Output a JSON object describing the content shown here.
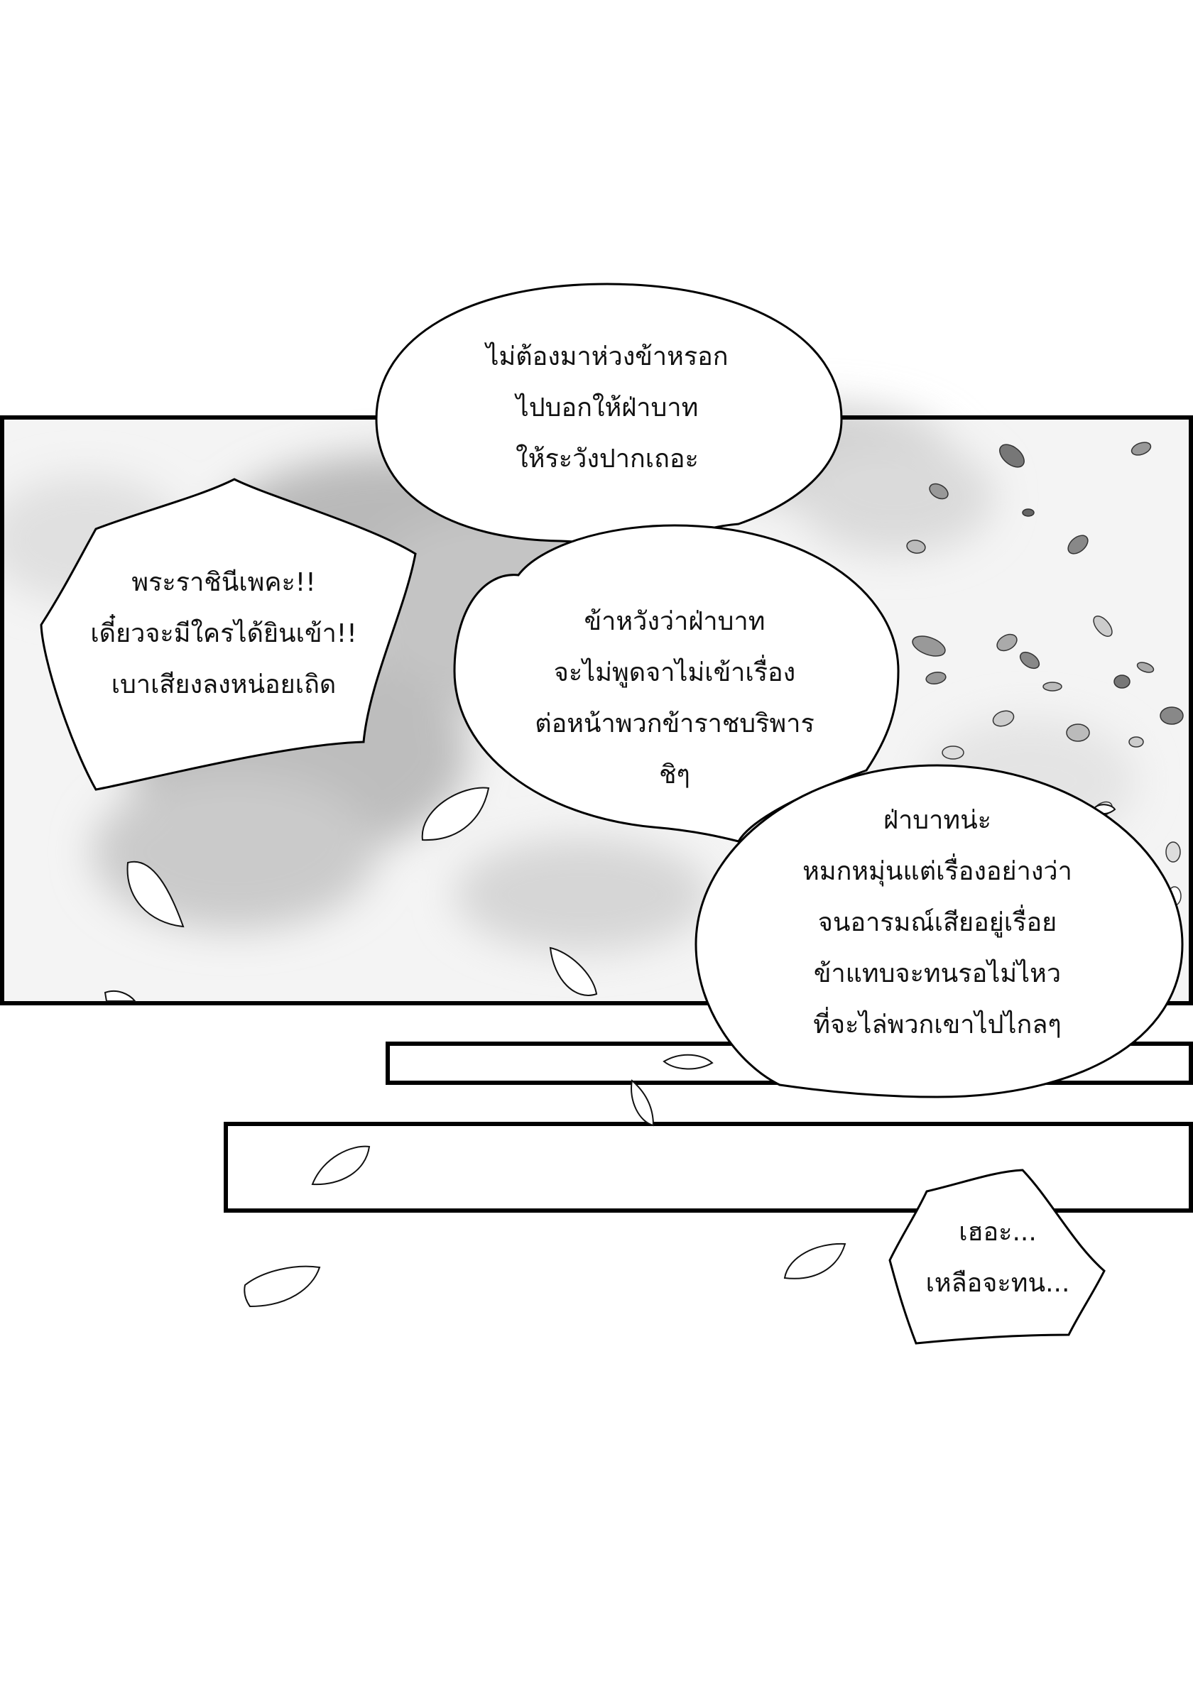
{
  "bubbles": {
    "top": {
      "lines": [
        "ไม่ต้องมาห่วงข้าหรอก",
        "ไปบอกให้ฝ่าบาท",
        "ให้ระวังปากเถอะ"
      ]
    },
    "maid": {
      "lines": [
        "พระราชินีเพคะ!!",
        "เดี๋ยวจะมีใครได้ยินเข้า!!",
        "เบาเสียงลงหน่อยเถิด"
      ]
    },
    "middle": {
      "lines": [
        "ข้าหวังว่าฝ่าบาท",
        "จะไม่พูดจาไม่เข้าเรื่อง",
        "ต่อหน้าพวกข้าราชบริพาร",
        "ชิๆ"
      ]
    },
    "lower": {
      "lines": [
        "ฝ่าบาทน่ะ",
        "หมกหมุ่นแต่เรื่องอย่างว่า",
        "จนอารมณ์เสียอยู่เรื่อย",
        "ข้าแทบจะทนรอไม่ไหว",
        "ที่จะไล่พวกเขาไปไกลๆ"
      ]
    },
    "sigh": {
      "lines": [
        "เฮอะ...",
        "เหลือจะทน..."
      ]
    }
  }
}
